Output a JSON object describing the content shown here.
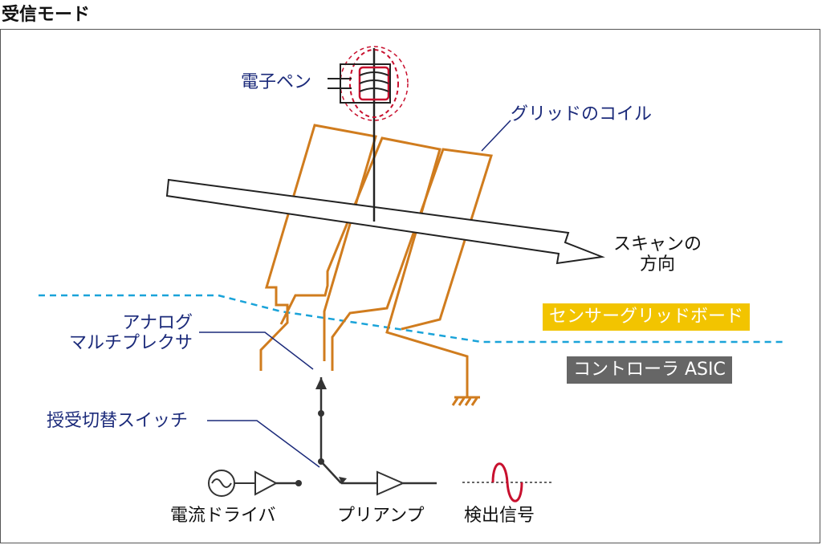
{
  "title": "受信モード",
  "labels": {
    "pen": "電子ペン",
    "grid_coil": "グリッドのコイル",
    "scan_line1": "スキャンの",
    "scan_line2": "方向",
    "mux_line1": "アナログ",
    "mux_line2": "マルチプレクサ",
    "switch": "授受切替スイッチ",
    "driver": "電流ドライバ",
    "preamp": "プリアンプ",
    "signal": "検出信号"
  },
  "badges": {
    "sensor_board": "センサーグリッドボード",
    "controller": "コントローラ ASIC"
  },
  "colors": {
    "coil": "#d07c1e",
    "dashed_line": "#1aa3d9",
    "pen_field": "#c8102e",
    "label_text": "#1b2a7a",
    "sensor_badge": "#f2c400",
    "controller_badge": "#666666"
  }
}
